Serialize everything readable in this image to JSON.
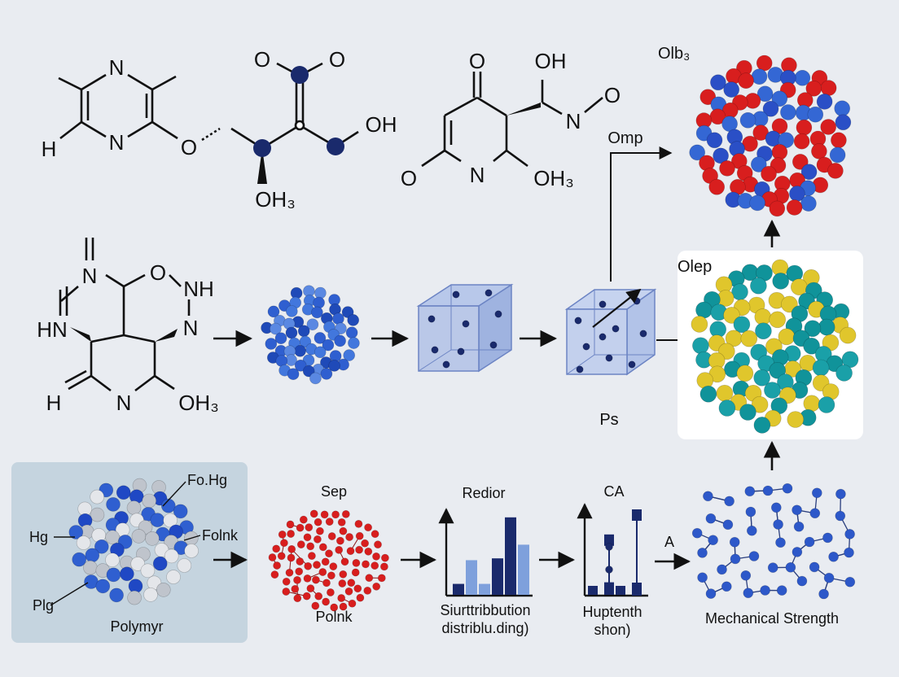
{
  "colors": {
    "background": "#e9ecf1",
    "navy": "#1a2a6c",
    "blue": "#2f5fd0",
    "light_blue": "#7ea0dc",
    "red": "#d81e1e",
    "teal": "#10939a",
    "yellow": "#e0c62c",
    "grey": "#bfc4cc"
  },
  "molecules": {
    "pyrazine": {
      "n_top": "N",
      "n_bottom": "N",
      "h": "H",
      "o": "O"
    },
    "chain": {
      "o_top": "O",
      "o_top_right": "O",
      "oh": "OH",
      "oh3": "OH₃"
    },
    "pyridone": {
      "o_top": "O",
      "oh": "OH",
      "n_right": "N",
      "o_right": "O",
      "o_left": "O",
      "n_ring": "N",
      "oh3": "OH₃"
    },
    "bicyclic": {
      "n_top": "N",
      "o": "O",
      "nh": "NH",
      "n_right": "N",
      "hn": "HN",
      "h": "H",
      "n_bottom": "N",
      "oh3": "OH₃"
    }
  },
  "labels": {
    "top_sphere": "Olb₃",
    "arrow_label": "Omp",
    "mid_sphere": "Olep",
    "cube_label": "Ps",
    "bar_arrow_label": "A"
  },
  "polymer_panel": {
    "title": "Polymyr",
    "labels": {
      "fohg": "Fo.Hg",
      "hg": "Hg",
      "folnk": "Folnk",
      "plg": "Plg"
    }
  },
  "bottom_row": {
    "red_cluster": {
      "top": "Sep",
      "bottom": "Polnk"
    },
    "chart_1": {
      "title": "Redior",
      "caption_1": "Siurttribbution",
      "caption_2": "distriblu.ding)"
    },
    "chart_2": {
      "title": "CA",
      "caption_1": "Huptenth",
      "caption_2": "shon)"
    },
    "network": {
      "caption": "Mechanical Strength"
    }
  },
  "chart_data": [
    {
      "type": "bar",
      "title": "Redior",
      "values": [
        0.12,
        0.38,
        0.12,
        0.4,
        0.85,
        0.55
      ],
      "shades": [
        "navy",
        "light_blue",
        "light_blue",
        "navy",
        "navy",
        "light_blue"
      ],
      "ylim": [
        0,
        1
      ]
    },
    {
      "type": "bar",
      "title": "CA",
      "values": [
        0.1,
        0.1,
        0.14,
        0.62,
        0.9
      ],
      "shades": [
        "navy",
        "navy",
        "navy",
        "navy",
        "navy"
      ],
      "ylim": [
        0,
        1
      ]
    }
  ]
}
